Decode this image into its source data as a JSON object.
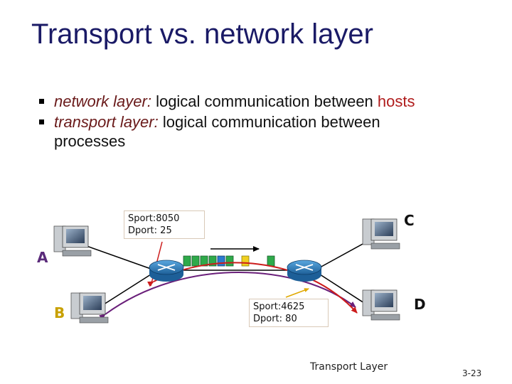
{
  "title": "Transport vs. network layer",
  "bullets": [
    {
      "term": "network layer:",
      "text": " logical communication between ",
      "highlight": "hosts",
      "cont": ""
    },
    {
      "term": "transport layer:",
      "text": " logical communication between",
      "highlight": "",
      "cont": "processes"
    }
  ],
  "hosts": {
    "a": "A",
    "b": "B",
    "c": "C",
    "d": "D"
  },
  "port_box_1": {
    "sport": "Sport:8050",
    "dport": "Dport: 25"
  },
  "port_box_2": {
    "sport": "Sport:4625",
    "dport": "Dport: 80"
  },
  "footer_label": "Transport Layer",
  "slide_number": "3-23",
  "colors": {
    "title": "#1a1a66",
    "highlight": "#b01c1c",
    "arrow_red": "#cc1c1c",
    "arrow_purple": "#6a1f7a",
    "host_a": "#5a2a7a",
    "host_b": "#c8a000",
    "router": "#2a79b8",
    "packet_green": "#2eaa4a",
    "packet_yellow": "#f0d020",
    "packet_blue": "#2a7ad0"
  },
  "icons": [
    "computer-icon",
    "router-icon"
  ]
}
